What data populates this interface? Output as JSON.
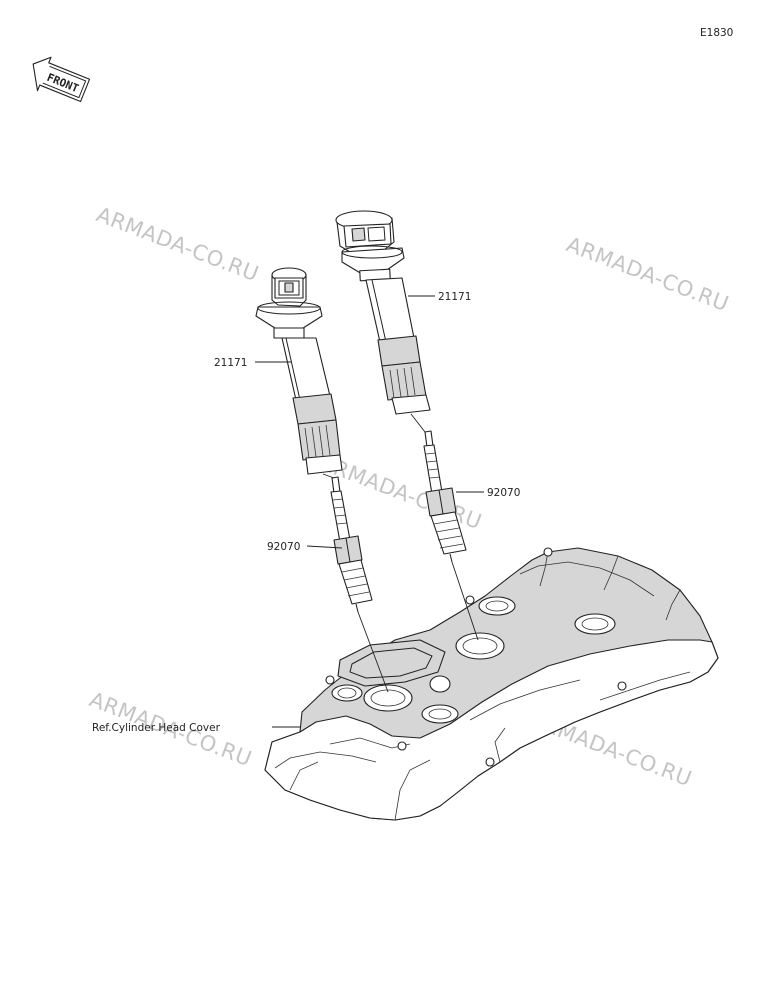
{
  "diagram_code": "E1830",
  "front_badge": "FRONT",
  "watermark": "ARMADA-CO.RU",
  "callouts": {
    "coil_left": "21171",
    "coil_right": "21171",
    "plug_left": "92070",
    "plug_right": "92070",
    "head_cover": "Ref.Cylinder Head Cover"
  },
  "colors": {
    "line": "#222222",
    "shade": "#d6d6d6",
    "watermark": "#c4c4c4"
  }
}
